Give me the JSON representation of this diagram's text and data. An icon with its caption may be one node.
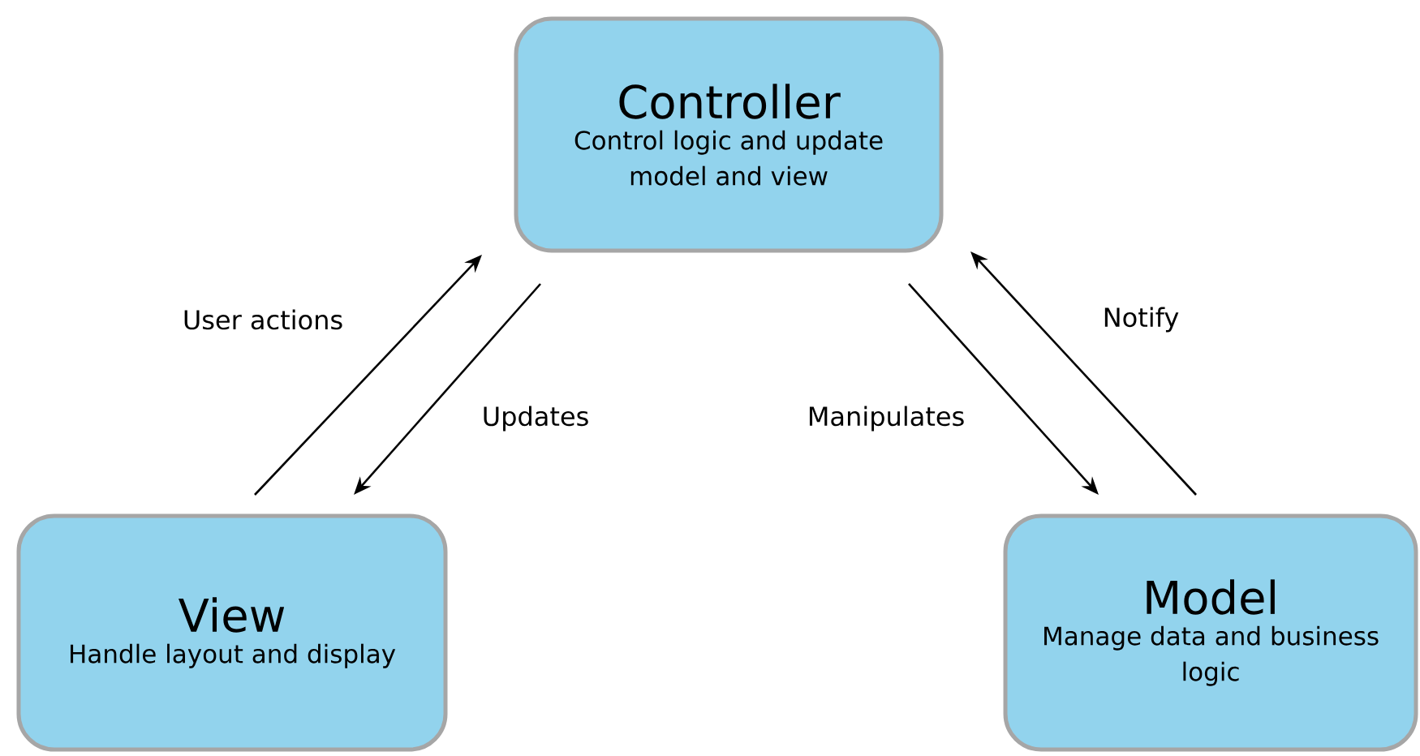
{
  "diagram": {
    "nodes": [
      {
        "text": [
          "Controller",
          "Control logic and update model and view"
        ]
      },
      {
        "text": [
          "View",
          "Handle layout and display"
        ]
      },
      {
        "text": [
          "Model",
          "Manage data and business logic"
        ]
      }
    ],
    "edges": [
      {
        "from": 1,
        "to": 0,
        "arrow": "to",
        "label": "User actions"
      },
      {
        "from": 0,
        "to": 1,
        "arrow": "to",
        "label": "Updates"
      },
      {
        "from": 0,
        "to": 2,
        "arrow": "to",
        "label": "Manipulates"
      },
      {
        "from": 2,
        "to": 0,
        "arrow": "to",
        "label": "Notify"
      }
    ]
  }
}
